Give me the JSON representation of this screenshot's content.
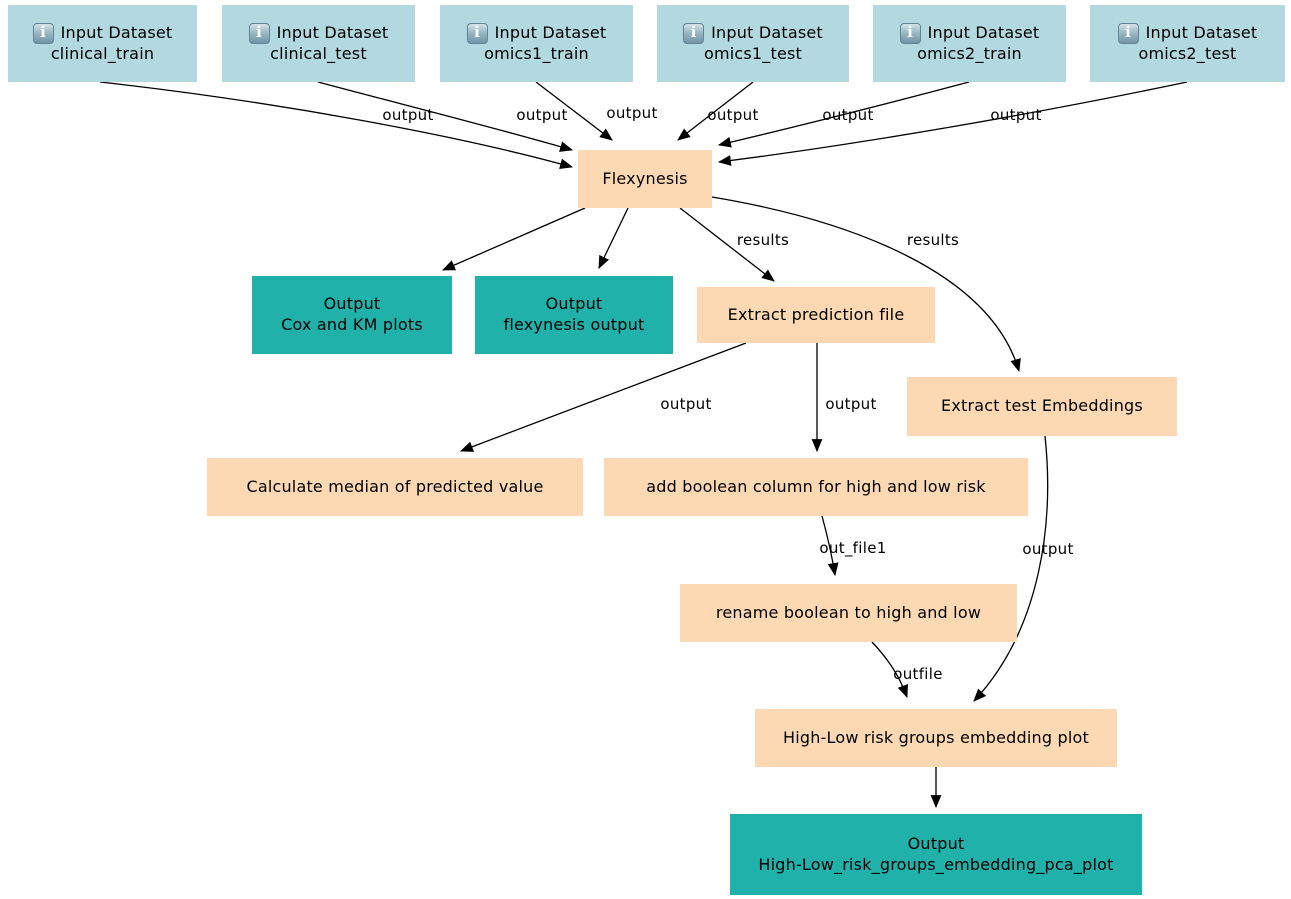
{
  "diagram": {
    "type": "workflow-graph",
    "background": "#ffffff"
  },
  "colors": {
    "input_fill": "#B2D8E0",
    "tool_fill": "#FCD9B2",
    "output_fill": "#20B2AA",
    "edge_stroke": "#000000",
    "text": "#000000"
  },
  "icons": {
    "info_icon_glyph": "i"
  },
  "nodes": [
    {
      "id": "in_clinical_train",
      "kind": "input",
      "icon": "info-icon",
      "lines": [
        "Input Dataset",
        "clinical_train"
      ]
    },
    {
      "id": "in_clinical_test",
      "kind": "input",
      "icon": "info-icon",
      "lines": [
        "Input Dataset",
        "clinical_test"
      ]
    },
    {
      "id": "in_omics1_train",
      "kind": "input",
      "icon": "info-icon",
      "lines": [
        "Input Dataset",
        "omics1_train"
      ]
    },
    {
      "id": "in_omics1_test",
      "kind": "input",
      "icon": "info-icon",
      "lines": [
        "Input Dataset",
        "omics1_test"
      ]
    },
    {
      "id": "in_omics2_train",
      "kind": "input",
      "icon": "info-icon",
      "lines": [
        "Input Dataset",
        "omics2_train"
      ]
    },
    {
      "id": "in_omics2_test",
      "kind": "input",
      "icon": "info-icon",
      "lines": [
        "Input Dataset",
        "omics2_test"
      ]
    },
    {
      "id": "flexynesis",
      "kind": "tool",
      "lines": [
        "Flexynesis"
      ]
    },
    {
      "id": "out_cox",
      "kind": "output",
      "lines": [
        "Output",
        "Cox and KM plots"
      ]
    },
    {
      "id": "out_flex",
      "kind": "output",
      "lines": [
        "Output",
        "flexynesis output"
      ]
    },
    {
      "id": "extract_pred",
      "kind": "tool",
      "lines": [
        "Extract prediction file"
      ]
    },
    {
      "id": "extract_emb",
      "kind": "tool",
      "lines": [
        "Extract test Embeddings"
      ]
    },
    {
      "id": "calc_median",
      "kind": "tool",
      "lines": [
        "Calculate median of predicted value"
      ]
    },
    {
      "id": "add_bool",
      "kind": "tool",
      "lines": [
        "add boolean column for high and low risk"
      ]
    },
    {
      "id": "rename_bool",
      "kind": "tool",
      "lines": [
        "rename boolean to high and low"
      ]
    },
    {
      "id": "hl_plot",
      "kind": "tool",
      "lines": [
        "High-Low risk groups embedding plot"
      ]
    },
    {
      "id": "out_pca",
      "kind": "output",
      "lines": [
        "Output",
        "High-Low_risk_groups_embedding_pca_plot"
      ]
    }
  ],
  "edges": [
    {
      "from": "in_clinical_train",
      "to": "flexynesis",
      "label": "output"
    },
    {
      "from": "in_clinical_test",
      "to": "flexynesis",
      "label": "output"
    },
    {
      "from": "in_omics1_train",
      "to": "flexynesis",
      "label": "output"
    },
    {
      "from": "in_omics1_test",
      "to": "flexynesis",
      "label": "output"
    },
    {
      "from": "in_omics2_train",
      "to": "flexynesis",
      "label": "output"
    },
    {
      "from": "in_omics2_test",
      "to": "flexynesis",
      "label": "output"
    },
    {
      "from": "flexynesis",
      "to": "out_cox",
      "label": ""
    },
    {
      "from": "flexynesis",
      "to": "out_flex",
      "label": ""
    },
    {
      "from": "flexynesis",
      "to": "extract_pred",
      "label": "results"
    },
    {
      "from": "flexynesis",
      "to": "extract_emb",
      "label": "results"
    },
    {
      "from": "extract_pred",
      "to": "calc_median",
      "label": "output"
    },
    {
      "from": "extract_pred",
      "to": "add_bool",
      "label": "output"
    },
    {
      "from": "add_bool",
      "to": "rename_bool",
      "label": "out_file1"
    },
    {
      "from": "rename_bool",
      "to": "hl_plot",
      "label": "outfile"
    },
    {
      "from": "extract_emb",
      "to": "hl_plot",
      "label": "output"
    },
    {
      "from": "hl_plot",
      "to": "out_pca",
      "label": ""
    }
  ]
}
